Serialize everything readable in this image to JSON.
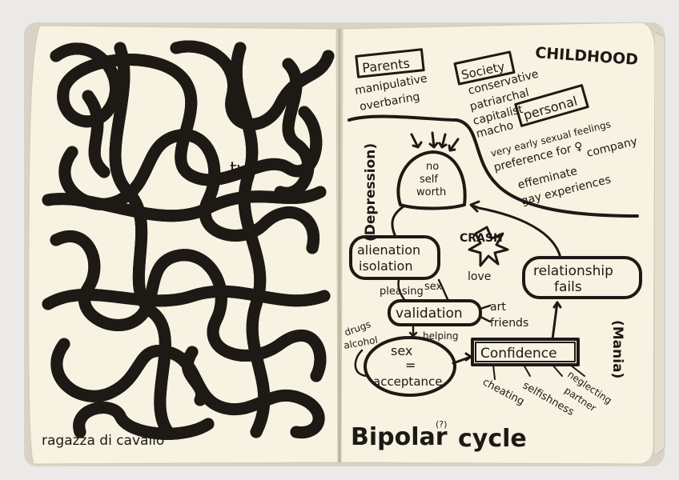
{
  "colors": {
    "paper": "#f7f2e1",
    "ink": "#1d1915",
    "background": "#eceae8"
  },
  "left_page": {
    "doodle_text": "tvB",
    "caption": "ragazza di cavallo"
  },
  "right_page": {
    "childhood": "CHILDHOOD",
    "parents": {
      "label": "Parents",
      "lines": [
        "manipulative",
        "overbaring"
      ]
    },
    "society": {
      "label": "Society",
      "lines": [
        "conservative",
        "patriarchal",
        "capitalist",
        "macho"
      ]
    },
    "personal": {
      "label": "personal",
      "lines": [
        "very early sexual feelings",
        "preference for ♀",
        "company",
        "effeminate",
        "gay experiences"
      ]
    },
    "depression": "(Depression)",
    "mania": "(Mania)",
    "nodes": {
      "no_self_worth": [
        "no",
        "self",
        "worth"
      ],
      "alienation": [
        "alienation",
        "isolation"
      ],
      "validation": "validation",
      "sex_acceptance": [
        "sex",
        "=",
        "acceptance"
      ],
      "confidence": "Confidence",
      "relationship": [
        "relationship",
        "fails"
      ]
    },
    "links": {
      "pleasing": "pleasing",
      "sex": "sex",
      "love": "love",
      "crash": "CRASH",
      "art": "art",
      "friends": "friends",
      "drugs": "drugs",
      "alcohol": "alcohol",
      "helping": "helping"
    },
    "traits": {
      "cheating": "cheating",
      "selfishness": "selfishness",
      "neglecting": "neglecting",
      "partner": "partner"
    },
    "title": "Bipolar",
    "title_mark": "(?)",
    "title_end": "cycle"
  }
}
